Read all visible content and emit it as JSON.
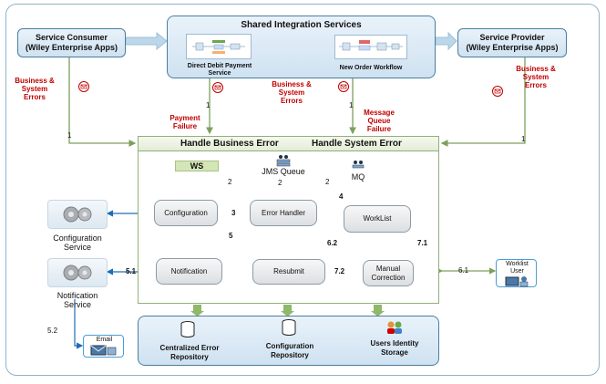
{
  "consumer": "Service Consumer\n(Wiley Enterprise Apps)",
  "shared_title": "Shared Integration Services",
  "direct_debit": "Direct Debit Payment\nService",
  "new_order": "New Order Workflow",
  "provider": "Service Provider\n(Wiley Enterprise Apps)",
  "biz_sys_errors": "Business &\nSystem\nErrors",
  "payment_failure": "Payment\nFailure",
  "mq_failure": "Message\nQueue\nFailure",
  "handle_business": "Handle Business Error",
  "handle_system": "Handle System Error",
  "ws": "WS",
  "jms_queue": "JMS Queue",
  "mq": "MQ",
  "configuration": "Configuration",
  "error_handler": "Error Handler",
  "worklist": "WorkList",
  "notification": "Notification",
  "resubmit": "Resubmit",
  "manual_correction": "Manual\nCorrection",
  "config_service": "Configuration\nService",
  "notification_service": "Notification\nService",
  "worklist_user": "Worklist\nUser",
  "email": "Email",
  "repo_error": "Centralized Error\nRepository",
  "repo_config": "Configuration\nRepository",
  "repo_users": "Users Identity\nStorage",
  "nums": {
    "n1": "1",
    "n2": "2",
    "n3": "3",
    "n4": "4",
    "n5": "5",
    "n51": "5.1",
    "n52": "5.2",
    "n61": "6.1",
    "n62": "6.2",
    "n71": "7.1",
    "n72": "7.2"
  }
}
